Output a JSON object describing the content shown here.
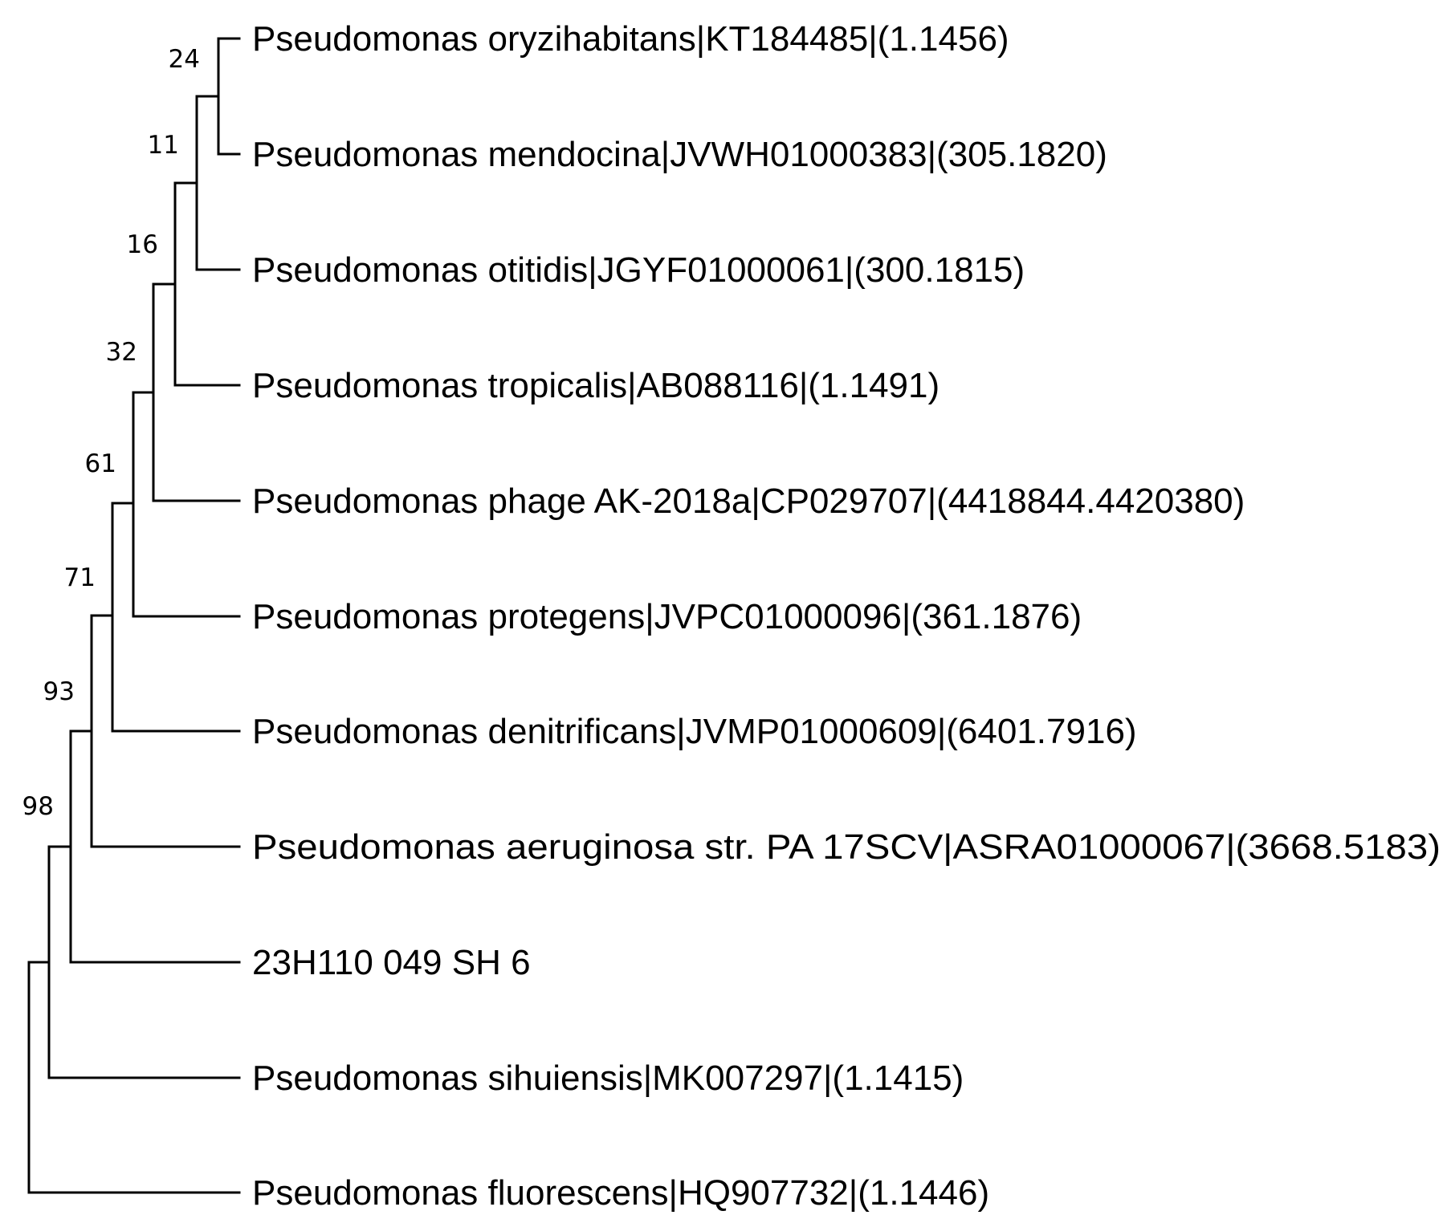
{
  "tree": {
    "leaves": [
      "Pseudomonas oryzihabitans|KT184485|(1.1456)",
      "Pseudomonas mendocina|JVWH01000383|(305.1820)",
      "Pseudomonas otitidis|JGYF01000061|(300.1815)",
      "Pseudomonas tropicalis|AB088116|(1.1491)",
      "Pseudomonas phage AK-2018a|CP029707|(4418844.4420380)",
      "Pseudomonas protegens|JVPC01000096|(361.1876)",
      "Pseudomonas denitrificans|JVMP01000609|(6401.7916)",
      "Pseudomonas aeruginosa str. PA 17SCV|ASRA01000067|(3668.5183)",
      "23H110 049 SH 6",
      "Pseudomonas sihuiensis|MK007297|(1.1415)",
      "Pseudomonas fluorescens|HQ907732|(1.1446)"
    ],
    "support_values": [
      "24",
      "11",
      "16",
      "32",
      "61",
      "71",
      "93",
      "98"
    ],
    "line_color": "#000000",
    "background_color": "#ffffff"
  }
}
